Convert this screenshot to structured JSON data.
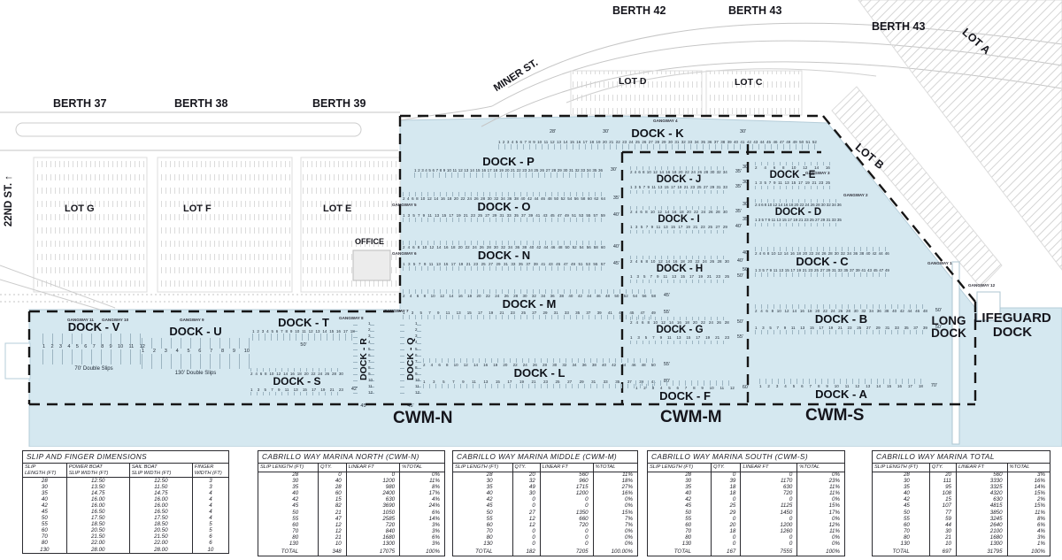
{
  "map": {
    "berths_left": [
      "BERTH 37",
      "BERTH 38",
      "BERTH 39"
    ],
    "berths_top": [
      "BERTH 42",
      "BERTH 43",
      "BERTH 43"
    ],
    "streets": {
      "miner": "MINER ST.",
      "second": "22ND ST. ↑"
    },
    "lots": {
      "a": "LOT A",
      "b": "LOT B",
      "c": "LOT C",
      "d": "LOT D",
      "e": "LOT E",
      "f": "LOT F",
      "g": "LOT G"
    },
    "office": "OFFICE",
    "zones": {
      "north": "CWM-N",
      "middle": "CWM-M",
      "south": "CWM-S"
    },
    "special": {
      "long_dock": "LONG DOCK",
      "lifeguard_dock": "LIFEGUARD DOCK"
    },
    "gangways": [
      "GANGWAY 1",
      "GANGWAY 2",
      "GANGWAY 3",
      "GANGWAY 4",
      "GANGWAY 5",
      "GANGWAY 6",
      "GANGWAY 7",
      "GANGWAY 8",
      "GANGWAY 9",
      "GANGWAY 10",
      "GANGWAY 11",
      "GANGWAY 12"
    ],
    "colors": {
      "water": "#d5e8f0",
      "boundary": "#161616",
      "parking_lines": "#d2d2d2"
    },
    "docks": [
      {
        "id": "K",
        "label": "DOCK - K",
        "ann": [
          "28'",
          "30'",
          "30'"
        ],
        "nums_bottom": "1 2 3 4 5 6 7 8 9 10 11 12 13 14 15 16 17 18 19 20 21 22 23 24 25 26 27 28 29 30 31 32 33 34 35 36 37 38 39 40 41 42 43 44 45 46 47 48 49 50 51 52"
      },
      {
        "id": "P",
        "label": "DOCK - P",
        "len_bottom": "30'",
        "nums_bottom": "1 2 3 4 5 6 7 8 9 10 11 12 13 14 15 16 17 18 19 20 21 22 23 24 25 26 27 28 29 30 31 32 33 34 35 36"
      },
      {
        "id": "O",
        "label": "DOCK - O",
        "len_top": "35'",
        "len_bottom": "40'",
        "nums_top": "2 4 6 8 10 12 14 16 18 20 22 24 26 28 30 32 34 36 38 40 42 44 46 48 50 52 54 56 58 60 62 64",
        "nums_bottom": "1 3 5 7 9 11 13 15 17 19 21 23 25 27 29 31 33 35 37 39 41 43 45 47 49 51 53 55 57 59"
      },
      {
        "id": "N",
        "label": "DOCK - N",
        "len_top": "40'",
        "len_bottom": "45'",
        "nums_top": "2 4 6 8 10 12 14 16 18 20 22 24 26 28 30 32 34 36 38 40 42 44 46 48 50 52 54 56 58 60",
        "nums_bottom": "1 3 5 7 9 11 13 15 17 19 21 23 25 27 29 31 33 35 37 39 41 43 45 47 49 51 53 55 57"
      },
      {
        "id": "M",
        "label": "DOCK - M",
        "len_top": "45'",
        "len_bottom": "55'",
        "nums_top": "2 4 6 8 10 12 14 16 18 20 22 24 26 28 30 32 34 36 38 40 42 44 46 48 50 52 54 56 58",
        "nums_bottom": "1 3 5 7 9 11 13 15 17 19 21 23 25 27 29 31 33 35 37 39 41 43 45 47 49"
      },
      {
        "id": "L",
        "label": "DOCK - L",
        "len_top": "55'",
        "len_bottom": "80'",
        "nums_top": "2 4 6 8 10 12 14 16 18 20 22 24 26 28 30 32 34 36 38 40 42 44 46 48 50",
        "nums_bottom": "1 3 5 7 9 11 13 15 17 19 21 23 25 27 29 31 33 35 37 39 41"
      },
      {
        "id": "R",
        "label": "DOCK - R",
        "note": "45'",
        "nums_side": "1 2 3 4 5 6 7 8 9 10 11 12"
      },
      {
        "id": "Q",
        "label": "DOCK - Q",
        "note": "45'",
        "nums_side": "1 2 3 4 5 6 7 8 9 10 11 12"
      },
      {
        "id": "T",
        "label": "DOCK - T",
        "note": "50'",
        "nums_bottom": "1 2 3 4 5 6 7 8 9 10 11 12 13 14 15 16 17 18"
      },
      {
        "id": "S",
        "label": "DOCK - S",
        "len_bottom": "42'",
        "nums_top": "2 4 6 8 10 12 14 16 18 20 22 24 26 28 30",
        "nums_bottom": "1 3 5 7 9 11 13 15 17 19 21 23"
      },
      {
        "id": "U",
        "label": "DOCK - U",
        "note": "130' Double Slips",
        "nums_mid": "1 2 3 4 5 6 7 8 9 10"
      },
      {
        "id": "V",
        "label": "DOCK - V",
        "note": "70' Double Slips",
        "nums_mid": "1 2 3 4 5 6 7 8 9 10 11 12"
      },
      {
        "id": "J",
        "label": "DOCK - J",
        "len_top": "35'",
        "len_bottom": "35'",
        "nums_top": "2 4 6 8 10 12 14 16 18 20 22 24 26 28 30 32 34",
        "nums_bottom": "1 3 5 7 9 11 13 15 17 19 21 23 25 27 29 31 33"
      },
      {
        "id": "I",
        "label": "DOCK - I",
        "len_top": "35'",
        "len_bottom": "40'",
        "nums_top": "2 4 6 8 10 12 14 16 18 20 22 24 26 28 30",
        "nums_bottom": "1 3 5 7 9 11 13 15 17 19 21 23 25 27 29"
      },
      {
        "id": "H",
        "label": "DOCK - H",
        "len_top": "40'",
        "len_bottom": "50'",
        "nums_top": "2 4 6 8 10 12 14 16 18 20 22 24 26 28 30",
        "nums_bottom": "1 3 5 7 9 11 13 15 17 19 21 23 25"
      },
      {
        "id": "G",
        "label": "DOCK - G",
        "len_top": "50'",
        "len_bottom": "55'",
        "nums_top": "2 4 6 8 10 12 14 16 18 20 22 24 26 28",
        "nums_bottom": "1 3 5 7 9 11 13 15 17 19 21 23"
      },
      {
        "id": "F",
        "label": "DOCK - F",
        "len_top": "60'",
        "nums_top": "1 2 3 4 5 6 7 8 9 10 11 12"
      },
      {
        "id": "E",
        "label": "DOCK - E",
        "len_top": "30'",
        "len_bottom": "30'",
        "nums_top": "2 4 6 8 10 12 14 16",
        "nums_bottom": "1 3 5 7 9 11 13 15 17 19 21 23 25"
      },
      {
        "id": "D",
        "label": "DOCK - D",
        "len_top": "30'",
        "len_bottom": "35'",
        "nums_top": "2 4 6 8 10 12 14 16 18 20 22 24 26 28 30 32 34 36",
        "nums_bottom": "1 3 5 7 9 11 13 15 17 19 21 23 25 27 29 31 33 35"
      },
      {
        "id": "C",
        "label": "DOCK - C",
        "len_top": "40'",
        "len_bottom": "50'",
        "nums_top": "2 4 6 8 10 12 14 16 18 20 22 24 26 28 30 32 34 36 38 40 42 44 46",
        "nums_bottom": "1 3 5 7 9 11 13 15 17 19 21 23 25 27 29 31 33 35 37 39 41 43 45 47 49"
      },
      {
        "id": "B",
        "label": "DOCK - B",
        "len_top": "50'",
        "len_bottom": "50'",
        "nums_top": "2 4 6 8 10 12 14 16 18 20 22 24 26 28 30 32 34 36 38 40 42 44 46 48",
        "nums_bottom": "1 3 5 7 9 11 13 15 17 19 21 23 25 27 29 31 33 35 37 39"
      },
      {
        "id": "A",
        "label": "DOCK - A",
        "len_top": "70'",
        "nums_top": "1 2 3 4 5 6 7 8 9 10 11 12 13 14 15 16 17 18"
      }
    ]
  },
  "tables": [
    {
      "key": "dimensions",
      "title": "SLIP AND FINGER DIMENSIONS",
      "headers": [
        "SLIP\nLENGTH (FT)",
        "POWER BOAT\nSLIP WIDTH (FT)",
        "SAIL BOAT\nSLIP WIDTH (FT)",
        "FINGER\nWIDTH (FT)"
      ],
      "rows": [
        [
          "28",
          "12.50",
          "12.50",
          "3"
        ],
        [
          "30",
          "13.50",
          "11.50",
          "3"
        ],
        [
          "35",
          "14.75",
          "14.75",
          "4"
        ],
        [
          "40",
          "16.00",
          "16.00",
          "4"
        ],
        [
          "42",
          "16.00",
          "16.00",
          "4"
        ],
        [
          "45",
          "16.50",
          "16.50",
          "4"
        ],
        [
          "50",
          "17.50",
          "17.50",
          "4"
        ],
        [
          "55",
          "18.50",
          "18.50",
          "5"
        ],
        [
          "60",
          "20.50",
          "20.50",
          "5"
        ],
        [
          "70",
          "21.50",
          "21.50",
          "6"
        ],
        [
          "80",
          "22.00",
          "22.00",
          "6"
        ],
        [
          "130",
          "28.00",
          "28.00",
          "10"
        ]
      ]
    },
    {
      "key": "cwm-n",
      "title": "CABRILLO WAY MARINA NORTH (CWM-N)",
      "headers": [
        "SLIP LENGTH (FT)",
        "QTY.",
        "LINEAR FT",
        "%TOTAL"
      ],
      "rows": [
        [
          "28",
          "0",
          "0",
          "0%"
        ],
        [
          "30",
          "40",
          "1200",
          "11%"
        ],
        [
          "35",
          "28",
          "980",
          "8%"
        ],
        [
          "40",
          "60",
          "2400",
          "17%"
        ],
        [
          "42",
          "15",
          "630",
          "4%"
        ],
        [
          "45",
          "82",
          "3690",
          "24%"
        ],
        [
          "50",
          "21",
          "1050",
          "6%"
        ],
        [
          "55",
          "47",
          "2585",
          "14%"
        ],
        [
          "60",
          "12",
          "720",
          "3%"
        ],
        [
          "70",
          "12",
          "840",
          "3%"
        ],
        [
          "80",
          "21",
          "1680",
          "6%"
        ],
        [
          "130",
          "10",
          "1300",
          "3%"
        ]
      ],
      "total": [
        "TOTAL",
        "348",
        "17075",
        "100%"
      ]
    },
    {
      "key": "cwm-m",
      "title": "CABRILLO WAY MARINA MIDDLE (CWM-M)",
      "headers": [
        "SLIP LENGTH (FT)",
        "QTY.",
        "LINEAR FT",
        "%TOTAL"
      ],
      "rows": [
        [
          "28",
          "20",
          "560",
          "11%"
        ],
        [
          "30",
          "32",
          "960",
          "18%"
        ],
        [
          "35",
          "49",
          "1715",
          "27%"
        ],
        [
          "40",
          "30",
          "1200",
          "16%"
        ],
        [
          "42",
          "0",
          "0",
          "0%"
        ],
        [
          "45",
          "0",
          "0",
          "0%"
        ],
        [
          "50",
          "27",
          "1350",
          "15%"
        ],
        [
          "55",
          "12",
          "660",
          "7%"
        ],
        [
          "60",
          "12",
          "720",
          "7%"
        ],
        [
          "70",
          "0",
          "0",
          "0%"
        ],
        [
          "80",
          "0",
          "0",
          "0%"
        ],
        [
          "130",
          "0",
          "0",
          "0%"
        ]
      ],
      "total": [
        "TOTAL",
        "182",
        "7205",
        "100.00%"
      ]
    },
    {
      "key": "cwm-s",
      "title": "CABRILLO WAY MARINA SOUTH (CWM-S)",
      "headers": [
        "SLIP LENGTH (FT)",
        "QTY.",
        "LINEAR FT",
        "%TOTAL"
      ],
      "rows": [
        [
          "28",
          "0",
          "0",
          "0%"
        ],
        [
          "30",
          "39",
          "1170",
          "23%"
        ],
        [
          "35",
          "18",
          "630",
          "11%"
        ],
        [
          "40",
          "18",
          "720",
          "11%"
        ],
        [
          "42",
          "0",
          "0",
          "0%"
        ],
        [
          "45",
          "25",
          "1125",
          "15%"
        ],
        [
          "50",
          "29",
          "1450",
          "17%"
        ],
        [
          "55",
          "0",
          "0",
          "0%"
        ],
        [
          "60",
          "20",
          "1200",
          "12%"
        ],
        [
          "70",
          "18",
          "1260",
          "11%"
        ],
        [
          "80",
          "0",
          "0",
          "0%"
        ],
        [
          "130",
          "0",
          "0",
          "0%"
        ]
      ],
      "total": [
        "TOTAL",
        "167",
        "7555",
        "100%"
      ]
    },
    {
      "key": "cwm-total",
      "title": "CABRILLO WAY MARINA TOTAL",
      "headers": [
        "SLIP LENGTH (FT)",
        "QTY.",
        "LINEAR FT",
        "%TOTAL"
      ],
      "rows": [
        [
          "28",
          "20",
          "560",
          "3%"
        ],
        [
          "30",
          "111",
          "3330",
          "16%"
        ],
        [
          "35",
          "95",
          "3325",
          "14%"
        ],
        [
          "40",
          "108",
          "4320",
          "15%"
        ],
        [
          "42",
          "15",
          "630",
          "2%"
        ],
        [
          "45",
          "107",
          "4815",
          "15%"
        ],
        [
          "50",
          "77",
          "3850",
          "11%"
        ],
        [
          "55",
          "59",
          "3245",
          "8%"
        ],
        [
          "60",
          "44",
          "2640",
          "6%"
        ],
        [
          "70",
          "30",
          "2100",
          "4%"
        ],
        [
          "80",
          "21",
          "1680",
          "3%"
        ],
        [
          "130",
          "10",
          "1300",
          "1%"
        ]
      ],
      "total": [
        "TOTAL",
        "697",
        "31795",
        "100%"
      ]
    }
  ]
}
